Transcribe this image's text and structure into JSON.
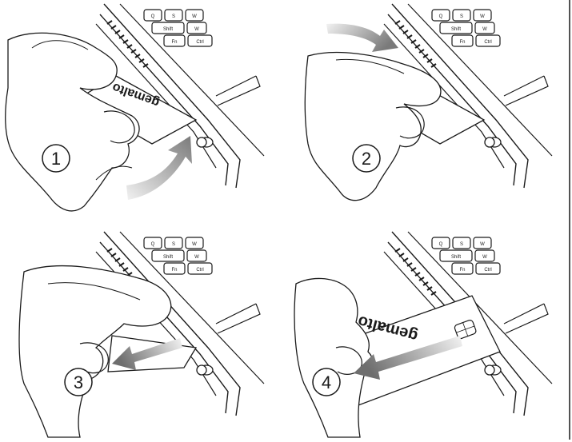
{
  "steps": [
    {
      "number": "1",
      "card_text": "gemalto",
      "arrow": "curved-up"
    },
    {
      "number": "2",
      "card_text": "",
      "arrow": "curved-down"
    },
    {
      "number": "3",
      "card_text": "",
      "arrow": "straight-left"
    },
    {
      "number": "4",
      "card_text": "gemalto",
      "arrow": "straight-left"
    }
  ],
  "keyboard_keys": [
    "Q",
    "S",
    "W",
    "Shift",
    "Fn",
    "Ctrl"
  ],
  "colors": {
    "line": "#1a1a1a",
    "arrow_dark": "#8a8a8a",
    "arrow_light": "#e8e8e8",
    "background": "#ffffff"
  }
}
